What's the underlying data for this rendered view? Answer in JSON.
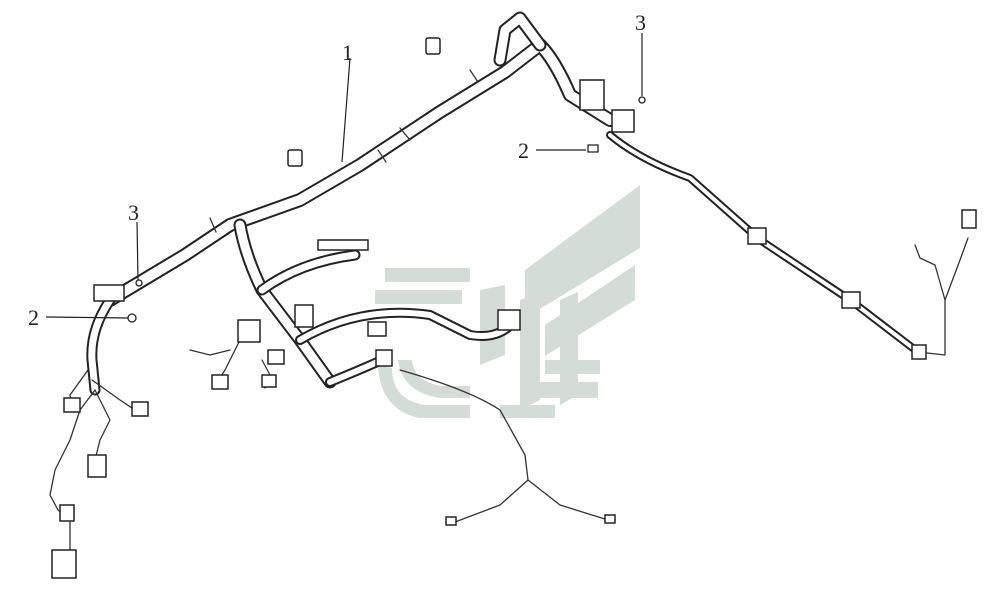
{
  "diagram": {
    "colors": {
      "line": "#222222",
      "watermark": "#d4dcd8",
      "background": "#ffffff"
    },
    "callouts": [
      {
        "id": "harness-main",
        "label": "1"
      },
      {
        "id": "bolt-right",
        "label": "2"
      },
      {
        "id": "bolt-left",
        "label": "2"
      },
      {
        "id": "nut-right",
        "label": "3"
      },
      {
        "id": "nut-left",
        "label": "3"
      }
    ]
  }
}
